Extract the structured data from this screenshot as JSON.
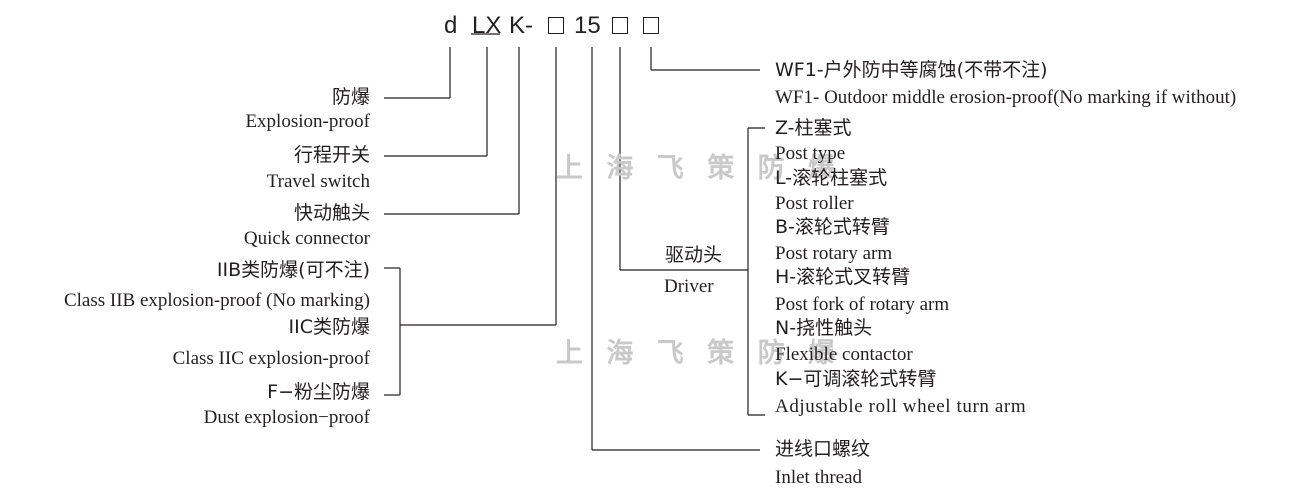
{
  "watermark": "上 海 飞 策 防 爆",
  "model_code": {
    "prefix": "d",
    "series": "LX",
    "type": "K-",
    "number": "15"
  },
  "left_labels": [
    {
      "cn": "防爆",
      "en": "Explosion-proof"
    },
    {
      "cn": "行程开关",
      "en": "Travel switch"
    },
    {
      "cn": "快动触头",
      "en": "Quick connector"
    },
    {
      "cn": "IIB类防爆(可不注)",
      "en": "Class IIB explosion-proof (No marking)"
    },
    {
      "cn": "IIC类防爆",
      "en": "Class IIC explosion-proof"
    },
    {
      "cn": "F−粉尘防爆",
      "en": "Dust explosion−proof"
    }
  ],
  "driver": {
    "cn": "驱动头",
    "en": "Driver"
  },
  "right_top": {
    "cn": "WF1-户外防中等腐蚀(不带不注)",
    "en": "WF1- Outdoor middle erosion-proof(No marking  if without)"
  },
  "driver_options": [
    {
      "cn": "Z-柱塞式",
      "en": "Post  type"
    },
    {
      "cn": "L-滚轮柱塞式",
      "en": "Post roller"
    },
    {
      "cn": "B-滚轮式转臂",
      "en": "Post rotary arm"
    },
    {
      "cn": "H-滚轮式叉转臂",
      "en": "Post fork of rotary arm"
    },
    {
      "cn": "N-挠性触头",
      "en": "Flexible contactor"
    },
    {
      "cn": "K−可调滚轮式转臂",
      "en": "Adjustable roll wheel turn arm"
    }
  ],
  "inlet": {
    "cn": "进线口螺纹",
    "en": "Inlet thread"
  }
}
